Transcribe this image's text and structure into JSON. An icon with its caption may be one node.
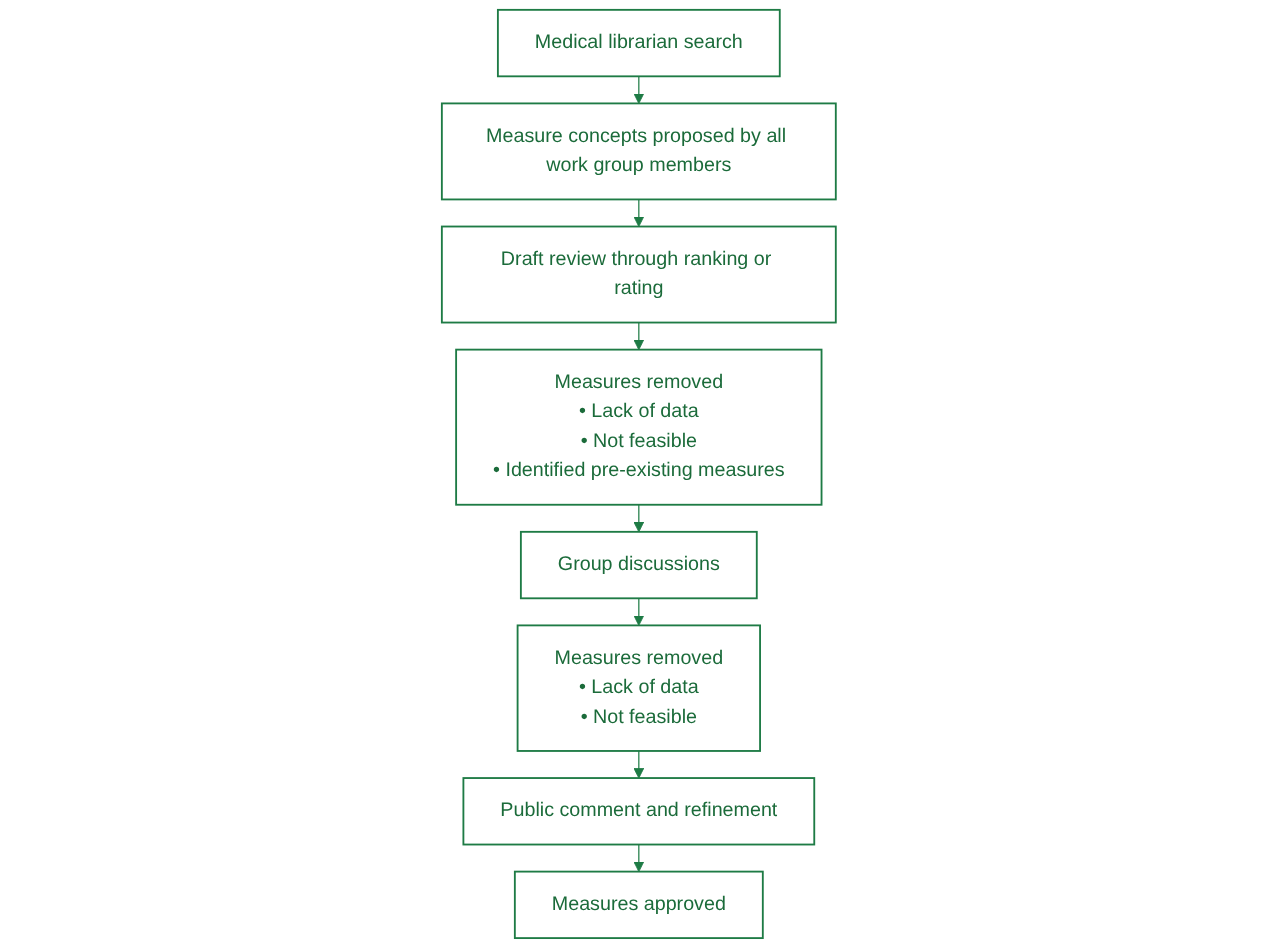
{
  "diagram": {
    "nodes": [
      {
        "text": [
          "Medical librarian search"
        ]
      },
      {
        "text": [
          "Measure concepts proposed by all work group members"
        ]
      },
      {
        "text": [
          "Draft review through ranking or rating"
        ]
      },
      {
        "text": [
          "Measures removed",
          "• Lack of data",
          "• Not feasible",
          "• Identified pre-existing measures"
        ]
      },
      {
        "text": [
          "Group discussions"
        ]
      },
      {
        "text": [
          "Measures removed",
          "• Lack of data",
          "• Not feasible"
        ]
      },
      {
        "text": [
          "Public comment and refinement"
        ]
      },
      {
        "text": [
          "Measures approved"
        ]
      }
    ],
    "edges": [
      {
        "from": 0,
        "to": 1,
        "arrow": "to"
      },
      {
        "from": 1,
        "to": 2,
        "arrow": "to"
      },
      {
        "from": 2,
        "to": 3,
        "arrow": "to"
      },
      {
        "from": 3,
        "to": 4,
        "arrow": "to"
      },
      {
        "from": 4,
        "to": 5,
        "arrow": "to"
      },
      {
        "from": 5,
        "to": 6,
        "arrow": "to"
      },
      {
        "from": 6,
        "to": 7,
        "arrow": "to"
      }
    ]
  }
}
